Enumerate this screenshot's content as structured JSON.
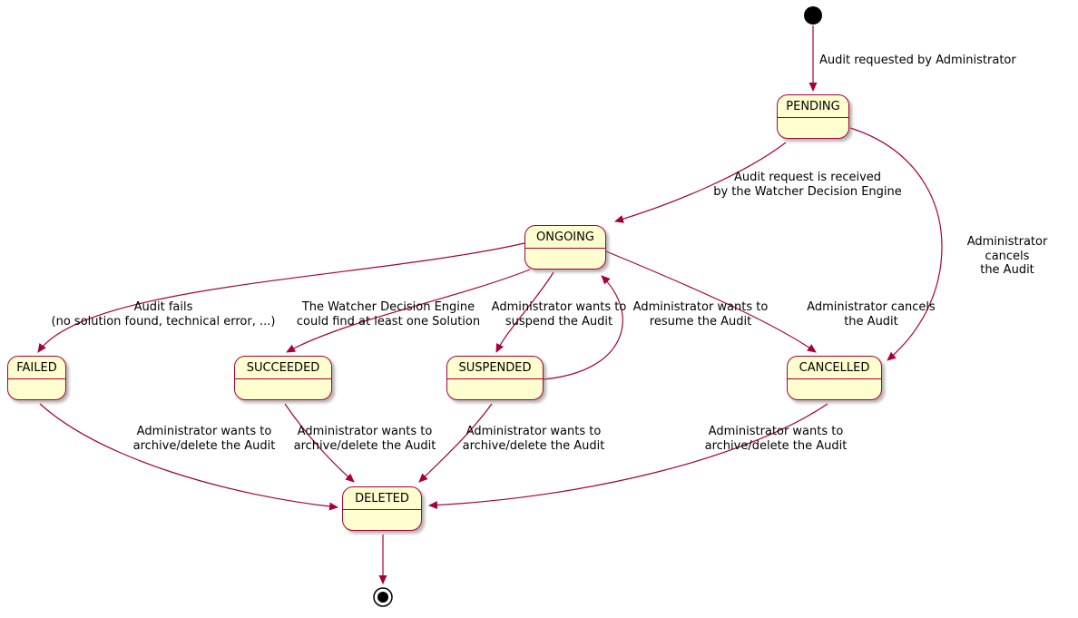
{
  "diagram": {
    "type": "state-machine",
    "tool_style": "plantuml",
    "colors": {
      "state_fill": "#FEFECE",
      "state_border": "#A80036",
      "arrow": "#A80036",
      "text": "#000000",
      "background": "#FFFFFF"
    },
    "states": [
      {
        "id": "pending",
        "label": "PENDING"
      },
      {
        "id": "ongoing",
        "label": "ONGOING"
      },
      {
        "id": "failed",
        "label": "FAILED"
      },
      {
        "id": "succeeded",
        "label": "SUCCEEDED"
      },
      {
        "id": "suspended",
        "label": "SUSPENDED"
      },
      {
        "id": "cancelled",
        "label": "CANCELLED"
      },
      {
        "id": "deleted",
        "label": "DELETED"
      }
    ],
    "transitions": [
      {
        "from": "initial",
        "to": "PENDING",
        "label": "Audit requested by Administrator"
      },
      {
        "from": "PENDING",
        "to": "ONGOING",
        "label": "Audit request is received\nby the Watcher Decision Engine"
      },
      {
        "from": "PENDING",
        "to": "CANCELLED",
        "label": "Administrator cancels\nthe Audit"
      },
      {
        "from": "ONGOING",
        "to": "FAILED",
        "label": "Audit fails\n(no solution found, technical error, ...)"
      },
      {
        "from": "ONGOING",
        "to": "SUCCEEDED",
        "label": "The Watcher Decision Engine\ncould find at least one Solution"
      },
      {
        "from": "ONGOING",
        "to": "SUSPENDED",
        "label": "Administrator wants to\nsuspend the Audit"
      },
      {
        "from": "SUSPENDED",
        "to": "ONGOING",
        "label": "Administrator wants to\nresume the Audit"
      },
      {
        "from": "ONGOING",
        "to": "CANCELLED",
        "label": "Administrator cancels\nthe Audit"
      },
      {
        "from": "FAILED",
        "to": "DELETED",
        "label": "Administrator wants to\narchive/delete the Audit"
      },
      {
        "from": "SUCCEEDED",
        "to": "DELETED",
        "label": "Administrator wants to\narchive/delete the Audit"
      },
      {
        "from": "SUSPENDED",
        "to": "DELETED",
        "label": "Administrator wants to\narchive/delete the Audit"
      },
      {
        "from": "CANCELLED",
        "to": "DELETED",
        "label": "Administrator wants to\narchive/delete the Audit"
      },
      {
        "from": "DELETED",
        "to": "final",
        "label": ""
      }
    ]
  }
}
